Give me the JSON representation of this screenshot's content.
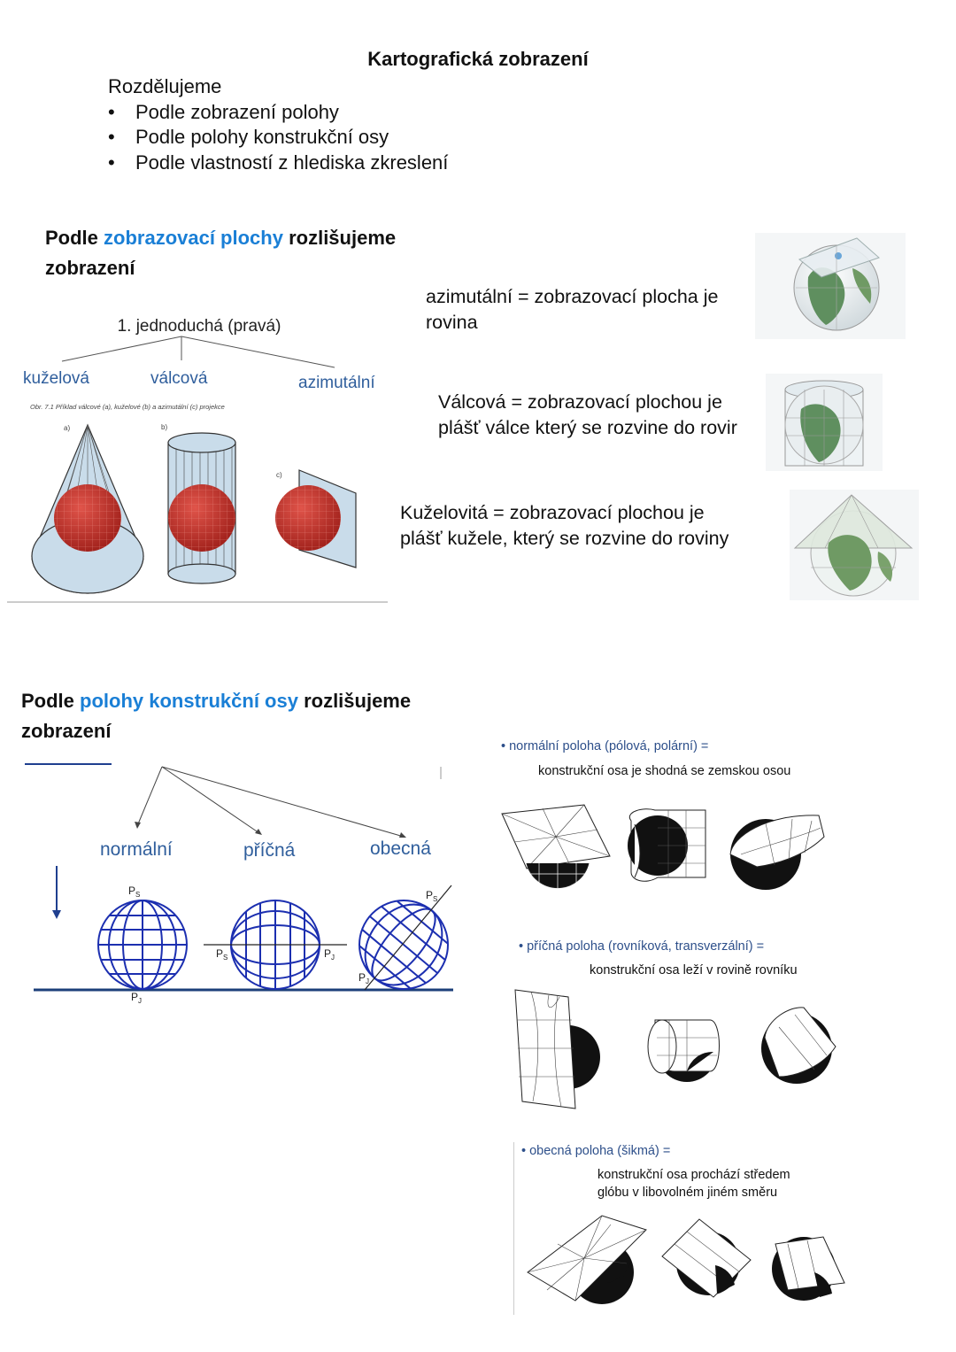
{
  "page": {
    "title": "Kartografická zobrazení",
    "intro_heading": "Rozdělujeme",
    "intro_items": [
      "Podle zobrazení polohy",
      "Podle polohy konstrukční osy",
      "Podle vlastností z hlediska zkreslení"
    ],
    "bullet": "•"
  },
  "section1": {
    "heading_prefix": "Podle ",
    "heading_highlight": "zobrazovací plochy",
    "heading_suffix": " rozlišujeme",
    "heading_line2": "zobrazení",
    "diagram": {
      "root_label": "1. jednoduchá (pravá)",
      "branches": [
        "kuželová",
        "válcová",
        "azimutální"
      ],
      "caption": "Obr. 7.1 Příklad válcové (a), kuželové (b) a azimutální (c) projekce",
      "panel_labels": [
        "a)",
        "b)",
        "c)"
      ]
    },
    "descriptions": [
      {
        "line1": "azimutální = zobrazovací plocha je",
        "line2": "rovina"
      },
      {
        "line1": "Válcová = zobrazovací plochou je",
        "line2": "plášť válce který se rozvine do rovir"
      },
      {
        "line1": "Kuželovitá = zobrazovací plochou je",
        "line2": "plášť  kužele, který se rozvine do roviny"
      }
    ]
  },
  "section2": {
    "heading_prefix": "Podle ",
    "heading_highlight": "polohy konstrukční osy",
    "heading_suffix": " rozlišujeme",
    "heading_line2": "zobrazení",
    "diagram": {
      "branches": [
        "normální",
        "příčná",
        "obecná"
      ],
      "pole_labels": {
        "north": "P",
        "north_sub": "S",
        "south": "P",
        "south_sub": "J"
      }
    },
    "positions": [
      {
        "title": "• normální poloha (pólová, polární) =",
        "text1": "konstrukční osa je shodná se  zemskou osou",
        "text2": ""
      },
      {
        "title": "• příčná poloha (rovníková, transverzální) =",
        "text1": "konstrukční osa leží v rovině rovníku",
        "text2": ""
      },
      {
        "title": "• obecná poloha (šikmá) =",
        "text1": "konstrukční osa prochází středem",
        "text2": "glóbu v libovolném jiném směru"
      }
    ]
  },
  "colors": {
    "accent_blue": "#1a7fd6",
    "label_blue": "#2f5e9c",
    "grid_blue": "#1c2fb0",
    "sphere_red": "#c8332b",
    "shape_fill": "#c9dcea",
    "navy_text": "#2d4f8a"
  }
}
